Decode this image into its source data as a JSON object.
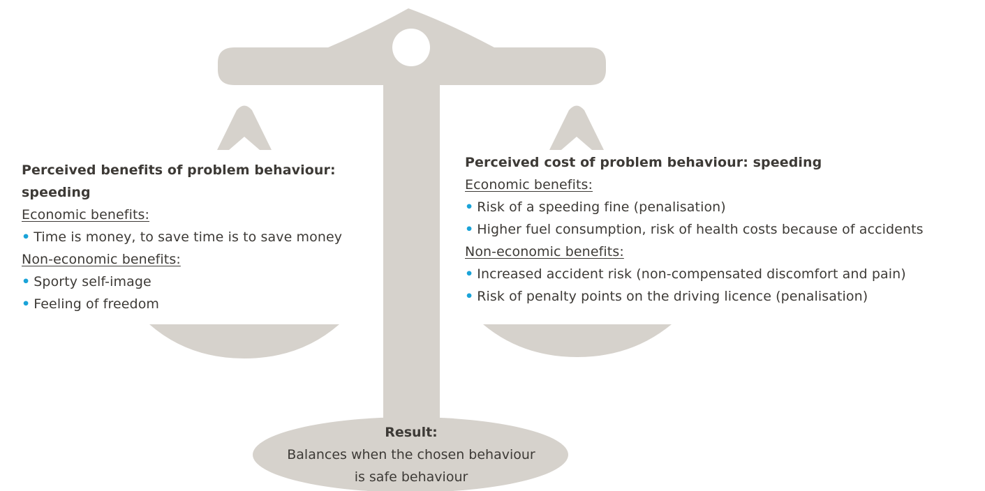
{
  "colors": {
    "scale_fill": "#d6d2cc",
    "text": "#3d3a36",
    "bullet": "#1aa3d8",
    "background": "#ffffff"
  },
  "left": {
    "heading_line1": "Perceived benefits of problem behaviour:",
    "heading_line2": "speeding",
    "economic_title": "Economic benefits:",
    "economic_items": [
      "Time is money, to save time is to save money"
    ],
    "noneconomic_title": "Non-economic benefits:",
    "noneconomic_items": [
      "Sporty self-image",
      "Feeling of freedom"
    ]
  },
  "right": {
    "heading": "Perceived cost of problem behaviour: speeding",
    "economic_title": "Economic benefits:",
    "economic_items": [
      "Risk of a speeding fine (penalisation)",
      "Higher fuel consumption, risk of health costs because of accidents"
    ],
    "noneconomic_title": "Non-economic benefits:",
    "noneconomic_items": [
      "Increased accident risk (non-compensated discomfort and pain)",
      "Risk of penalty points on the driving licence (penalisation)"
    ]
  },
  "result": {
    "title": "Result:",
    "line1": "Balances when the chosen behaviour",
    "line2": "is safe behaviour"
  }
}
